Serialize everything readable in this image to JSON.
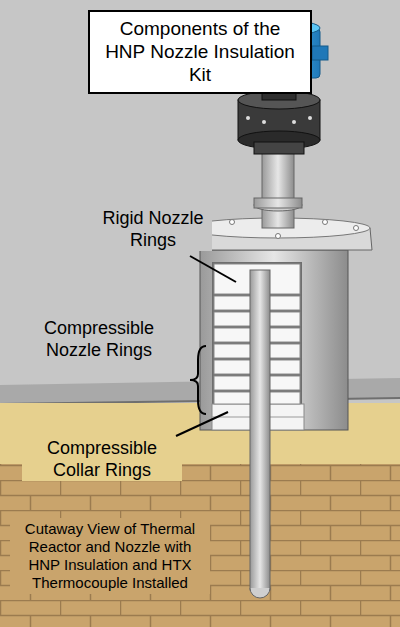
{
  "diagram": {
    "title": "Components of the HNP Nozzle Insulation Kit",
    "caption": "Cutaway View of Thermal Reactor and Nozzle with HNP Insulation and HTX Thermocouple Installed",
    "labels": [
      "Rigid Nozzle Rings",
      "Compressible Nozzle Rings",
      "Compressible Collar Rings"
    ]
  }
}
